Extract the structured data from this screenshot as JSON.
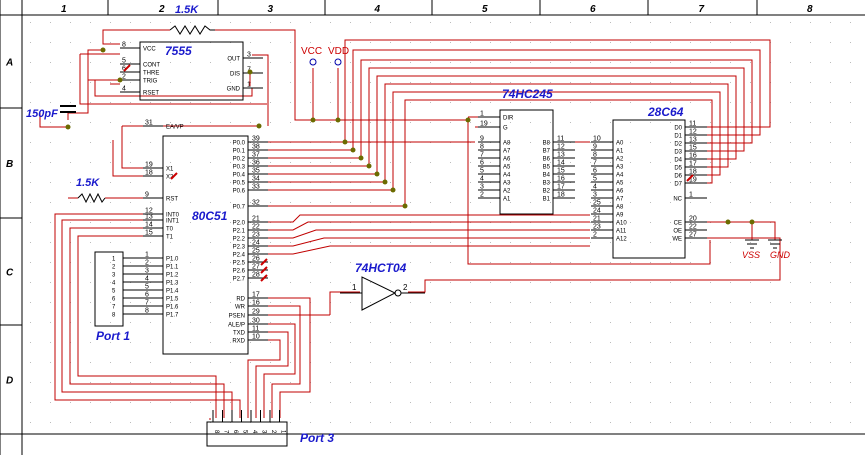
{
  "border": {
    "columns": [
      "1",
      "2",
      "3",
      "4",
      "5",
      "6",
      "7",
      "8"
    ],
    "rows": [
      "A",
      "B",
      "C",
      "D"
    ]
  },
  "colors": {
    "wire": "#c00000",
    "chip": "#000000",
    "title": "#0000cc",
    "pin_number": "#000000",
    "label_blue": "#1a1acc",
    "red_label": "#cc0000",
    "junction": "#6b6b00",
    "dot": "#bbbbbb"
  },
  "components": {
    "timer": {
      "name": "7555",
      "pins_left": [
        {
          "num": "8",
          "label": "VCC"
        },
        {
          "num": "5",
          "label": "CONT"
        },
        {
          "num": "6",
          "label": "THRE"
        },
        {
          "num": "2",
          "label": "TRIG"
        },
        {
          "num": "4",
          "label": "RSET"
        }
      ],
      "pins_right": [
        {
          "num": "3",
          "label": "OUT"
        },
        {
          "num": "7",
          "label": "DIS"
        },
        {
          "num": "1",
          "label": "GND"
        }
      ]
    },
    "resistor_top": {
      "value": "1.5K"
    },
    "resistor_left": {
      "value": "1.5K"
    },
    "capacitor": {
      "value": "150pF"
    },
    "vcc_label": "VCC",
    "vdd_label": "VDD",
    "mcu": {
      "name": "80C51",
      "pins_left": [
        {
          "num": "31",
          "label": "EA/VP"
        },
        {
          "num": "19",
          "label": "X1"
        },
        {
          "num": "18",
          "label": "X2"
        },
        {
          "num": "9",
          "label": "RST"
        },
        {
          "num": "12",
          "label": "INT0"
        },
        {
          "num": "13",
          "label": "INT1"
        },
        {
          "num": "14",
          "label": "T0"
        },
        {
          "num": "15",
          "label": "T1"
        },
        {
          "num": "1",
          "label": "P1.0"
        },
        {
          "num": "2",
          "label": "P1.1"
        },
        {
          "num": "3",
          "label": "P1.2"
        },
        {
          "num": "4",
          "label": "P1.3"
        },
        {
          "num": "5",
          "label": "P1.4"
        },
        {
          "num": "6",
          "label": "P1.5"
        },
        {
          "num": "7",
          "label": "P1.6"
        },
        {
          "num": "8",
          "label": "P1.7"
        }
      ],
      "pins_right": [
        {
          "num": "39",
          "label": "P0.0"
        },
        {
          "num": "38",
          "label": "P0.1"
        },
        {
          "num": "37",
          "label": "P0.2"
        },
        {
          "num": "36",
          "label": "P0.3"
        },
        {
          "num": "35",
          "label": "P0.4"
        },
        {
          "num": "34",
          "label": "P0.5"
        },
        {
          "num": "33",
          "label": "P0.6"
        },
        {
          "num": "32",
          "label": "P0.7"
        },
        {
          "num": "21",
          "label": "P2.0"
        },
        {
          "num": "22",
          "label": "P2.1"
        },
        {
          "num": "23",
          "label": "P2.2"
        },
        {
          "num": "24",
          "label": "P2.3"
        },
        {
          "num": "25",
          "label": "P2.4"
        },
        {
          "num": "26",
          "label": "P2.5"
        },
        {
          "num": "27",
          "label": "P2.6"
        },
        {
          "num": "28",
          "label": "P2.7"
        },
        {
          "num": "17",
          "label": "RD"
        },
        {
          "num": "16",
          "label": "WR"
        },
        {
          "num": "29",
          "label": "PSEN"
        },
        {
          "num": "30",
          "label": "ALE/P"
        },
        {
          "num": "11",
          "label": "TXD"
        },
        {
          "num": "10",
          "label": "RXD"
        }
      ]
    },
    "buffer": {
      "name": "74HC245",
      "pins_left": [
        {
          "num": "1",
          "label": "DIR"
        },
        {
          "num": "19",
          "label": "G"
        },
        {
          "num": "9",
          "label": "A8"
        },
        {
          "num": "8",
          "label": "A7"
        },
        {
          "num": "7",
          "label": "A6"
        },
        {
          "num": "6",
          "label": "A5"
        },
        {
          "num": "5",
          "label": "A4"
        },
        {
          "num": "4",
          "label": "A3"
        },
        {
          "num": "3",
          "label": "A2"
        },
        {
          "num": "2",
          "label": "A1"
        }
      ],
      "pins_right": [
        {
          "num": "11",
          "label": "B8"
        },
        {
          "num": "12",
          "label": "B7"
        },
        {
          "num": "13",
          "label": "B6"
        },
        {
          "num": "14",
          "label": "B5"
        },
        {
          "num": "15",
          "label": "B4"
        },
        {
          "num": "16",
          "label": "B3"
        },
        {
          "num": "17",
          "label": "B2"
        },
        {
          "num": "18",
          "label": "B1"
        }
      ]
    },
    "eeprom": {
      "name": "28C64",
      "pins_left": [
        {
          "num": "10",
          "label": "A0"
        },
        {
          "num": "9",
          "label": "A1"
        },
        {
          "num": "8",
          "label": "A2"
        },
        {
          "num": "7",
          "label": "A3"
        },
        {
          "num": "6",
          "label": "A4"
        },
        {
          "num": "5",
          "label": "A5"
        },
        {
          "num": "4",
          "label": "A6"
        },
        {
          "num": "3",
          "label": "A7"
        },
        {
          "num": "25",
          "label": "A8"
        },
        {
          "num": "24",
          "label": "A9"
        },
        {
          "num": "21",
          "label": "A10"
        },
        {
          "num": "23",
          "label": "A11"
        },
        {
          "num": "2",
          "label": "A12"
        }
      ],
      "pins_right": [
        {
          "num": "11",
          "label": "D0"
        },
        {
          "num": "12",
          "label": "D1"
        },
        {
          "num": "13",
          "label": "D2"
        },
        {
          "num": "15",
          "label": "D3"
        },
        {
          "num": "16",
          "label": "D4"
        },
        {
          "num": "17",
          "label": "D5"
        },
        {
          "num": "18",
          "label": "D6"
        },
        {
          "num": "19",
          "label": "D7"
        },
        {
          "num": "1",
          "label": "NC"
        },
        {
          "num": "20",
          "label": "CE"
        },
        {
          "num": "22",
          "label": "OE"
        },
        {
          "num": "27",
          "label": "WE"
        }
      ]
    },
    "inverter": {
      "name": "74HCT04",
      "pin_in": "1",
      "pin_out": "2"
    },
    "vss_label": "VSS",
    "gnd_label": "GND",
    "port1": {
      "name": "Port 1",
      "pins": [
        "1",
        "2",
        "3",
        "4",
        "5",
        "6",
        "7",
        "8"
      ]
    },
    "port3": {
      "name": "Port 3",
      "pins": [
        "8",
        "7",
        "6",
        "5",
        "4",
        "3",
        "2",
        "1"
      ]
    }
  }
}
